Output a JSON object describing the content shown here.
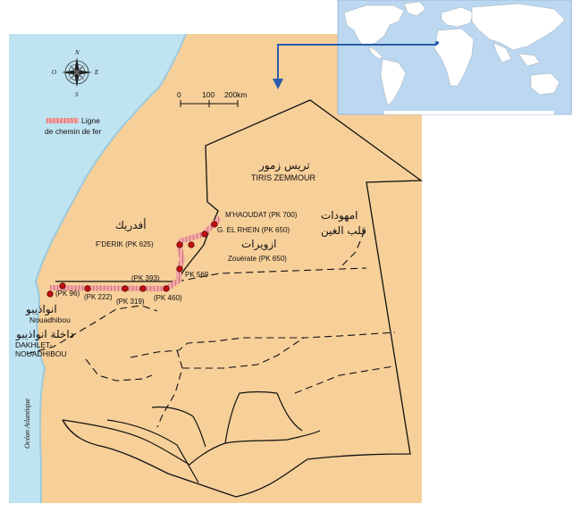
{
  "colors": {
    "sea": "#ffffff",
    "land": "#f7cf99",
    "coast_sea": "#bfe3f0",
    "railway": "#d66a6a",
    "station": "#c41010",
    "border": "#111111",
    "inset_sea": "#bcd8f0",
    "inset_land": "#ffffff",
    "inset_arrow": "#2a5caa"
  },
  "inset": {
    "name": "world-locator-map"
  },
  "compass": {
    "north": "N",
    "south": "S",
    "east": "E",
    "west": "O"
  },
  "scale_bar": {
    "ticks": [
      "0",
      "100",
      "200km"
    ]
  },
  "legend": {
    "line1": "Ligne",
    "line2": "de chemin de fer"
  },
  "regions": {
    "tiris_ar": "تريس زمور",
    "tiris_fr": "TIRIS ZEMMOUR",
    "ocean": "Océan Atlantique"
  },
  "places": {
    "mhaoudat_fr": "M'HAOUDAT (PK 700)",
    "mhaoudat_ar": "امهودات",
    "gelrhein_fr": "G. EL RHEIN (PK 650)",
    "gelrhein_ar": "قلب الغين",
    "fderik_ar": "أفدريك",
    "fderik_fr": "F'DERIK (PK 625)",
    "zouerate_ar": "ازويرات",
    "zouerate_fr": "Zouérate (PK 650)",
    "pk569": "PK 569",
    "pk393": "(PK 393)",
    "pk96": "(PK 96)",
    "pk222": "(PK 222)",
    "pk319": "(PK 319)",
    "pk460": "(PK 460)",
    "nouadhibou_ar": "انواذيبو",
    "nouadhibou_fr": "Nouadhibou",
    "dakhlet_ar": "داخلة انواذيبو",
    "dakhlet_fr_1": "DAKHLET-",
    "dakhlet_fr_2": "NOUADHIBOU"
  }
}
